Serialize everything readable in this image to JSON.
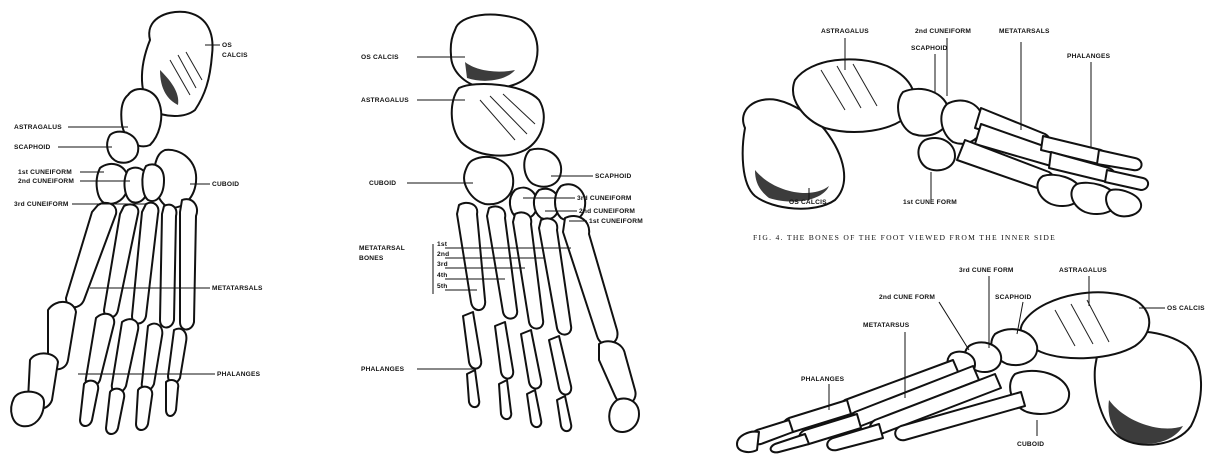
{
  "colors": {
    "ink": "#111111",
    "paper": "#ffffff"
  },
  "panel_left": {
    "labels": {
      "os_calcis_1": "OS",
      "os_calcis_2": "CALCIS",
      "astragalus": "ASTRAGALUS",
      "scaphoid": "SCAPHOID",
      "cuneiform_1st": "1st CUNEIFORM",
      "cuneiform_2nd": "2nd CUNEIFORM",
      "cuneiform_3rd": "3rd CUNEIFORM",
      "cuboid": "CUBOID",
      "metatarsals": "METATARSALS",
      "phalanges": "PHALANGES"
    }
  },
  "panel_middle": {
    "labels": {
      "os_calcis": "OS CALCIS",
      "astragalus": "ASTRAGALUS",
      "scaphoid": "SCAPHOID",
      "cuboid": "CUBOID",
      "cuneiform_3rd": "3rd CUNEIFORM",
      "cuneiform_2nd": "2nd CUNEIFORM",
      "cuneiform_1st": "1st CUNEIFORM",
      "metatarsal_1": "METATARSAL",
      "metatarsal_2": "BONES",
      "mt_1st": "1st",
      "mt_2nd": "2nd",
      "mt_3rd": "3rd",
      "mt_4th": "4th",
      "mt_5th": "5th",
      "phalanges": "PHALANGES"
    }
  },
  "panel_right_top": {
    "labels": {
      "astragalus": "ASTRAGALUS",
      "cuneiform_2nd": "2nd CUNEIFORM",
      "metatarsals": "METATARSALS",
      "scaphoid": "SCAPHOID",
      "phalanges": "PHALANGES",
      "os_calcis": "OS CALCIS",
      "cuneiform_1st": "1st CUNE FORM"
    },
    "caption": "FIG. 4. THE BONES OF THE FOOT VIEWED FROM THE INNER SIDE"
  },
  "panel_right_bottom": {
    "labels": {
      "cuneiform_3rd": "3rd CUNE FORM",
      "astragalus": "ASTRAGALUS",
      "cuneiform_2nd": "2nd CUNE FORM",
      "scaphoid": "SCAPHOID",
      "metatarsus": "METATARSUS",
      "os_calcis": "OS CALCIS",
      "phalanges": "PHALANGES",
      "cuboid": "CUBOID"
    }
  }
}
